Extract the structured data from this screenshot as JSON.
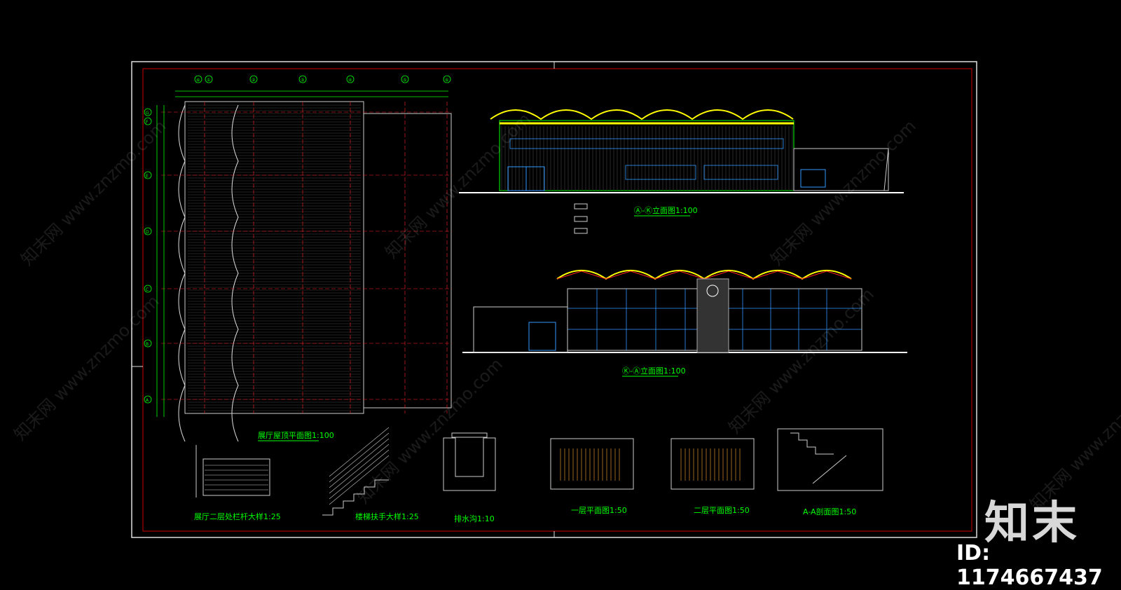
{
  "drawing": {
    "roof_plan_title": "展厅屋顶平面图1:100",
    "elevation_top_title": "Ⓐ-Ⓚ立面图1:100",
    "elevation_mid_title": "Ⓚ-Ⓐ立面图1:100",
    "railing_detail_title": "展厅二层处栏杆大样1:25",
    "handrail_detail_title": "楼梯扶手大样1:25",
    "drain_title": "排水沟1:10",
    "floor1_title": "一层平面图1:50",
    "floor2_title": "二层平面图1:50",
    "section_title": "A-A剖面图1:50",
    "grid_axes_top": [
      "⑥",
      "①",
      "②",
      "③",
      "④",
      "⑤",
      "⑥"
    ],
    "grid_axes_left": [
      "G",
      "F",
      "E",
      "D",
      "C",
      "B",
      "A"
    ]
  },
  "watermark": {
    "text": "知末网 www.znzmo.com"
  },
  "brand": {
    "logo": "知末",
    "id": "ID: 1174667437"
  },
  "colors": {
    "background": "#000000",
    "frame": "#ffffff",
    "inner_frame": "#cc0000",
    "line_green": "#00ff00",
    "line_yellow": "#ffff00",
    "line_red": "#ff2222",
    "line_blue": "#3399ff"
  }
}
